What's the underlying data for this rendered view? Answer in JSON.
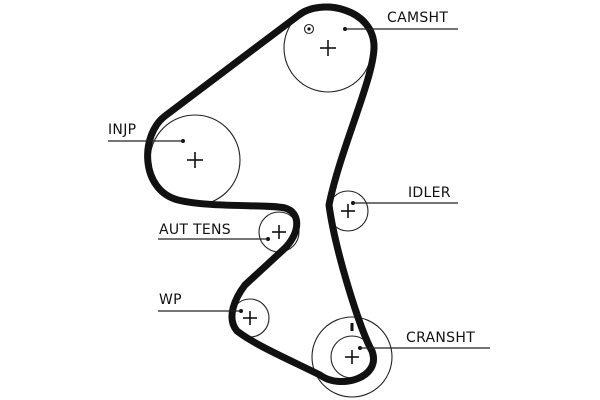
{
  "diagram": {
    "labels": {
      "camshaft": "CAMSHT",
      "injection_pump": "INJP",
      "idler": "IDLER",
      "auto_tensioner": "AUT TENS",
      "water_pump": "WP",
      "crankshaft": "CRANSHT"
    },
    "colors": {
      "belt": "#111111",
      "line": "#222222",
      "background": "#ffffff"
    }
  }
}
